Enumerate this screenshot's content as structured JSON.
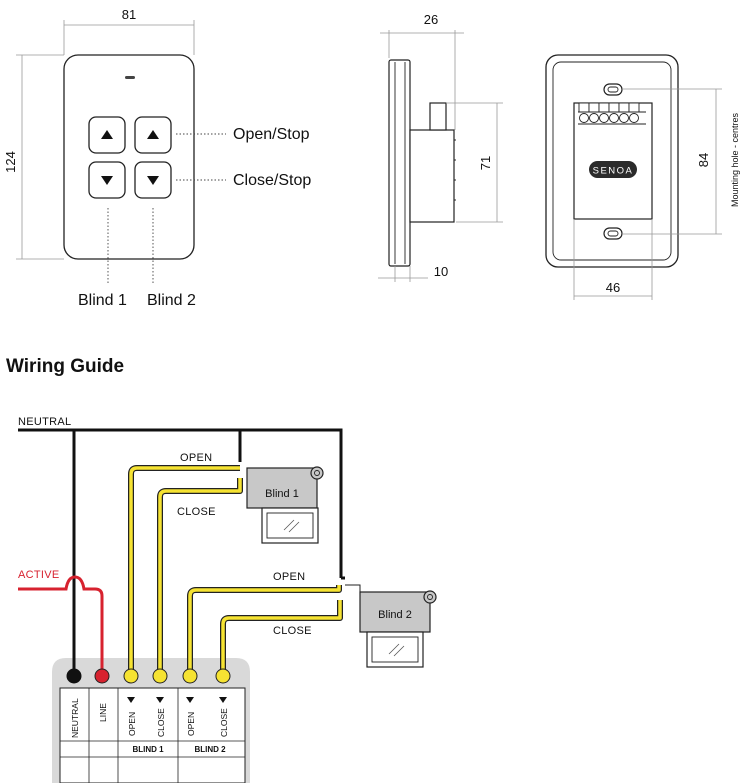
{
  "dimensions": {
    "front_width": "81",
    "front_height": "124",
    "side_depth": "26",
    "side_plate": "10",
    "side_body_height": "71",
    "back_hole_centres": "84",
    "back_width": "46",
    "mounting_hole_label": "Mounting hole - centres"
  },
  "callouts": {
    "open_stop": "Open/Stop",
    "close_stop": "Close/Stop",
    "blind1": "Blind 1",
    "blind2": "Blind 2"
  },
  "back_brand": "SENOA",
  "wiring": {
    "title": "Wiring Guide",
    "neutral": "NEUTRAL",
    "active": "ACTIVE",
    "open": "OPEN",
    "close": "CLOSE",
    "blind1": "Blind 1",
    "blind2": "Blind 2",
    "terminals": {
      "neutral": "NEUTRAL",
      "line": "LINE",
      "open": "OPEN",
      "close": "CLOSE",
      "blind1": "BLIND 1",
      "blind2": "BLIND 2"
    }
  },
  "colors": {
    "neutral_wire": "#111111",
    "active_wire": "#d7222f",
    "signal_wire": "#f6e332",
    "terminal_block": "#d9d9d9",
    "blind_body": "#c8c8c8"
  }
}
